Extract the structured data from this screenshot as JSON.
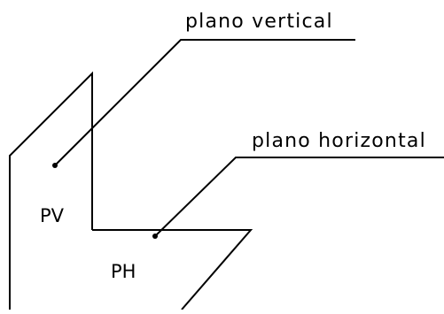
{
  "diagram": {
    "stroke_color": "#000000",
    "background": "#ffffff",
    "labels": {
      "vertical_callout": "plano vertical",
      "horizontal_callout": "plano horizontal",
      "vertical_plane": "PV",
      "horizontal_plane": "PH"
    }
  }
}
